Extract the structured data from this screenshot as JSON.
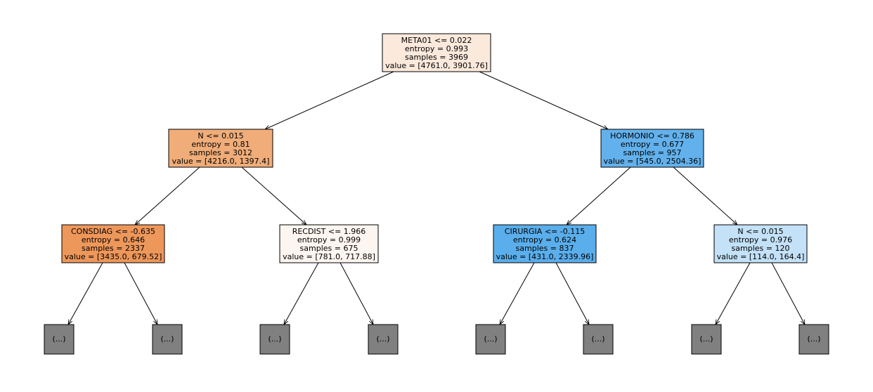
{
  "colors": {
    "root": "#fbe9dc",
    "n_left": "#f0ad79",
    "consdiag": "#ee975b",
    "recdist": "#fdf5f0",
    "hormonio": "#62b1ec",
    "cirurgia": "#5aaeeb",
    "n_right": "#c3e1f7",
    "truncated": "#808080"
  },
  "nodes": {
    "root": {
      "lines": [
        "META01 <= 0.022",
        "entropy = 0.993",
        "samples = 3969",
        "value = [4761.0, 3901.76]"
      ]
    },
    "n_left": {
      "lines": [
        "N <= 0.015",
        "entropy = 0.81",
        "samples = 3012",
        "value = [4216.0, 1397.4]"
      ]
    },
    "hormonio": {
      "lines": [
        "HORMONIO <= 0.786",
        "entropy = 0.677",
        "samples = 957",
        "value = [545.0, 2504.36]"
      ]
    },
    "consdiag": {
      "lines": [
        "CONSDIAG <= -0.635",
        "entropy = 0.646",
        "samples = 2337",
        "value = [3435.0, 679.52]"
      ]
    },
    "recdist": {
      "lines": [
        "RECDIST <= 1.966",
        "entropy = 0.999",
        "samples = 675",
        "value = [781.0, 717.88]"
      ]
    },
    "cirurgia": {
      "lines": [
        "CIRURGIA <= -0.115",
        "entropy = 0.624",
        "samples = 837",
        "value = [431.0, 2339.96]"
      ]
    },
    "n_right": {
      "lines": [
        "N <= 0.015",
        "entropy = 0.976",
        "samples = 120",
        "value = [114.0, 164.4]"
      ]
    }
  },
  "truncated_label": "(...)"
}
